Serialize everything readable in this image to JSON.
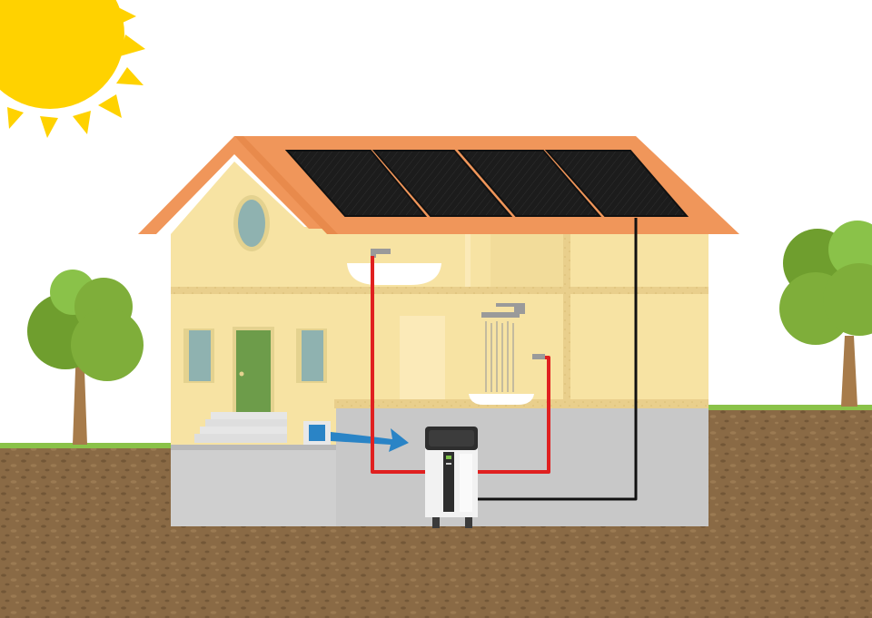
{
  "scene": {
    "elements": [
      {
        "name": "sun"
      },
      {
        "name": "house",
        "roof_color": "#f0965a",
        "wall_color": "#f7e3a3"
      },
      {
        "name": "solar-panels",
        "count": 4
      },
      {
        "name": "heat-pump-unit"
      },
      {
        "name": "hot-water-pipe",
        "color": "#e02020"
      },
      {
        "name": "solar-cable",
        "color": "#111111"
      },
      {
        "name": "air-intake-arrow",
        "color": "#2a84c6"
      },
      {
        "name": "wash-basin"
      },
      {
        "name": "shower"
      },
      {
        "name": "tree",
        "count": 2
      }
    ],
    "colors": {
      "sky": "#ffffff",
      "sun": "#ffd200",
      "grass": "#8ac249",
      "soil": "#8a6a45",
      "basement": "#cfcfcf",
      "foliage": "#7fae3a"
    }
  }
}
